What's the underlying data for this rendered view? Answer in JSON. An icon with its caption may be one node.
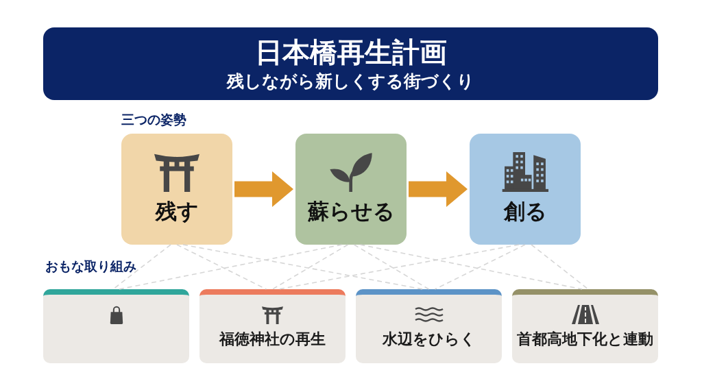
{
  "diagram": {
    "title": "日本橋再生計画",
    "nodes": [
      {
        "text": [
          "残す"
        ]
      },
      {
        "text": [
          "蘇らせる"
        ]
      },
      {
        "text": [
          "創る"
        ]
      },
      {
        "text": [],
        "shape": "box"
      },
      {
        "text": [
          "福徳神社の再生"
        ]
      },
      {
        "text": [
          "水辺をひらく"
        ]
      },
      {
        "text": [
          "首都高地下化と連動"
        ]
      }
    ],
    "edges": [
      {
        "from": 0,
        "to": 1,
        "arrow": "to",
        "style": "thick",
        "color": "#e0982e"
      },
      {
        "from": 1,
        "to": 2,
        "arrow": "to",
        "style": "thick",
        "color": "#e0982e"
      },
      {
        "from": 0,
        "to": 3,
        "arrow": "none",
        "style": "dashed"
      },
      {
        "from": 0,
        "to": 4,
        "arrow": "none",
        "style": "dashed"
      },
      {
        "from": 0,
        "to": 5,
        "arrow": "none",
        "style": "dashed"
      },
      {
        "from": 1,
        "to": 3,
        "arrow": "none",
        "style": "dashed"
      },
      {
        "from": 1,
        "to": 4,
        "arrow": "none",
        "style": "dashed"
      },
      {
        "from": 1,
        "to": 5,
        "arrow": "none",
        "style": "dashed"
      },
      {
        "from": 1,
        "to": 6,
        "arrow": "none",
        "style": "dashed"
      },
      {
        "from": 2,
        "to": 4,
        "arrow": "none",
        "style": "dashed"
      },
      {
        "from": 2,
        "to": 5,
        "arrow": "none",
        "style": "dashed"
      },
      {
        "from": 2,
        "to": 6,
        "arrow": "none",
        "style": "dashed"
      }
    ],
    "labels": [
      "残しながら新しくする街づくり",
      "三つの姿勢",
      "おもな取り組み"
    ]
  }
}
